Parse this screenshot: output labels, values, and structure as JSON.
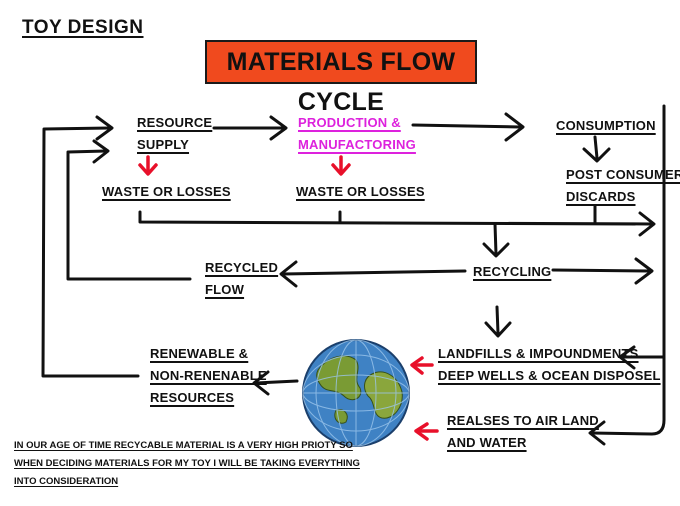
{
  "header": {
    "label": "TOY DESIGN"
  },
  "title": "MATERIALS FLOW CYCLE",
  "colors": {
    "title_bg": "#f04a1e",
    "accent_arrow": "#e8102a",
    "production_text": "#dd22dd",
    "globe_ocean": "#3f82c4",
    "globe_land": "#7a9b34"
  },
  "nodes": {
    "resource_supply": [
      "RESOURCE",
      "SUPPLY"
    ],
    "production": [
      "PRODUCTION &",
      "MANUFACTORING"
    ],
    "consumption": [
      "CONSUMPTION"
    ],
    "post_consumer": [
      "POST CONSUMER",
      "DISCARDS"
    ],
    "waste_1": [
      "WASTE OR LOSSES"
    ],
    "waste_2": [
      "WASTE OR LOSSES"
    ],
    "recycled_flow": [
      "RECYCLED",
      "FLOW"
    ],
    "recycling": [
      "RECYCLING"
    ],
    "renewable": [
      "RENEWABLE &",
      "NON-RENENABLE",
      "RESOURCES"
    ],
    "landfills": [
      "LANDFILLS & IMPOUNDMENTS",
      "DEEP WELLS & OCEAN DISPOSEL"
    ],
    "releases": [
      "REALSES TO AIR LAND",
      "AND WATER"
    ]
  },
  "note": [
    "IN OUR AGE OF TIME RECYCABLE MATERIAL IS A VERY HIGH PRIOTY SO",
    "WHEN DECIDING MATERIALS FOR MY TOY I WILL BE TAKING EVERYTHING",
    "INTO CONSIDERATION"
  ],
  "globe": {
    "icon": "earth-globe-icon"
  }
}
